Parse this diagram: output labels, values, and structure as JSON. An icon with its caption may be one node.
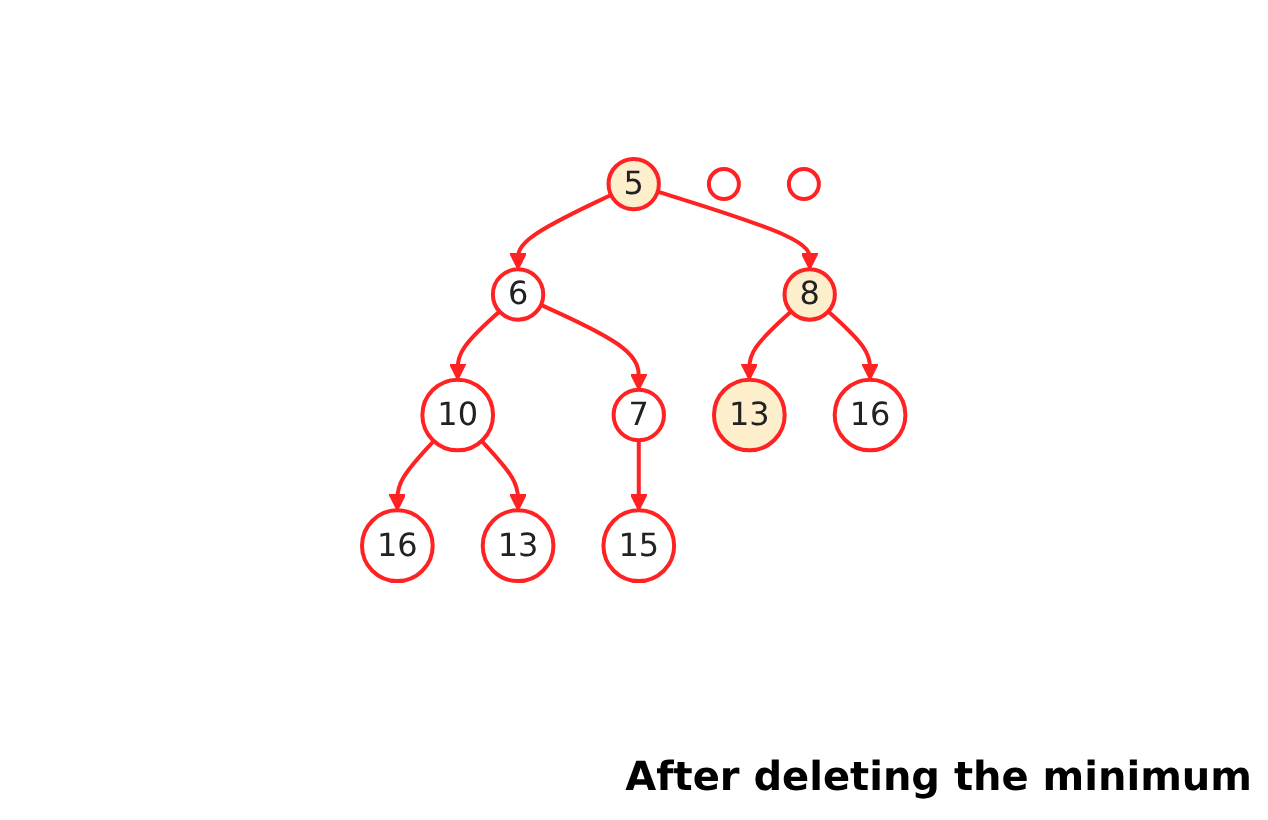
{
  "diagram": {
    "caption": "After deleting the minimum",
    "nodes": [
      {
        "text": [
          "5"
        ]
      },
      {
        "text": [
          "6"
        ]
      },
      {
        "text": [
          "8"
        ]
      },
      {
        "text": [
          "10"
        ]
      },
      {
        "text": [
          "7"
        ]
      },
      {
        "text": [
          "13"
        ]
      },
      {
        "text": [
          "16"
        ]
      },
      {
        "text": [
          "16"
        ]
      },
      {
        "text": [
          "13"
        ]
      },
      {
        "text": [
          "15"
        ]
      },
      {
        "text": [],
        "shape": "circle"
      },
      {
        "text": [],
        "shape": "circle"
      }
    ],
    "edges": [
      {
        "from": 0,
        "to": 1,
        "arrow": "to"
      },
      {
        "from": 0,
        "to": 2,
        "arrow": "to"
      },
      {
        "from": 1,
        "to": 3,
        "arrow": "to"
      },
      {
        "from": 1,
        "to": 4,
        "arrow": "to"
      },
      {
        "from": 2,
        "to": 5,
        "arrow": "to"
      },
      {
        "from": 2,
        "to": 6,
        "arrow": "to"
      },
      {
        "from": 3,
        "to": 7,
        "arrow": "to"
      },
      {
        "from": 3,
        "to": 8,
        "arrow": "to"
      },
      {
        "from": 4,
        "to": 9,
        "arrow": "to"
      }
    ]
  }
}
